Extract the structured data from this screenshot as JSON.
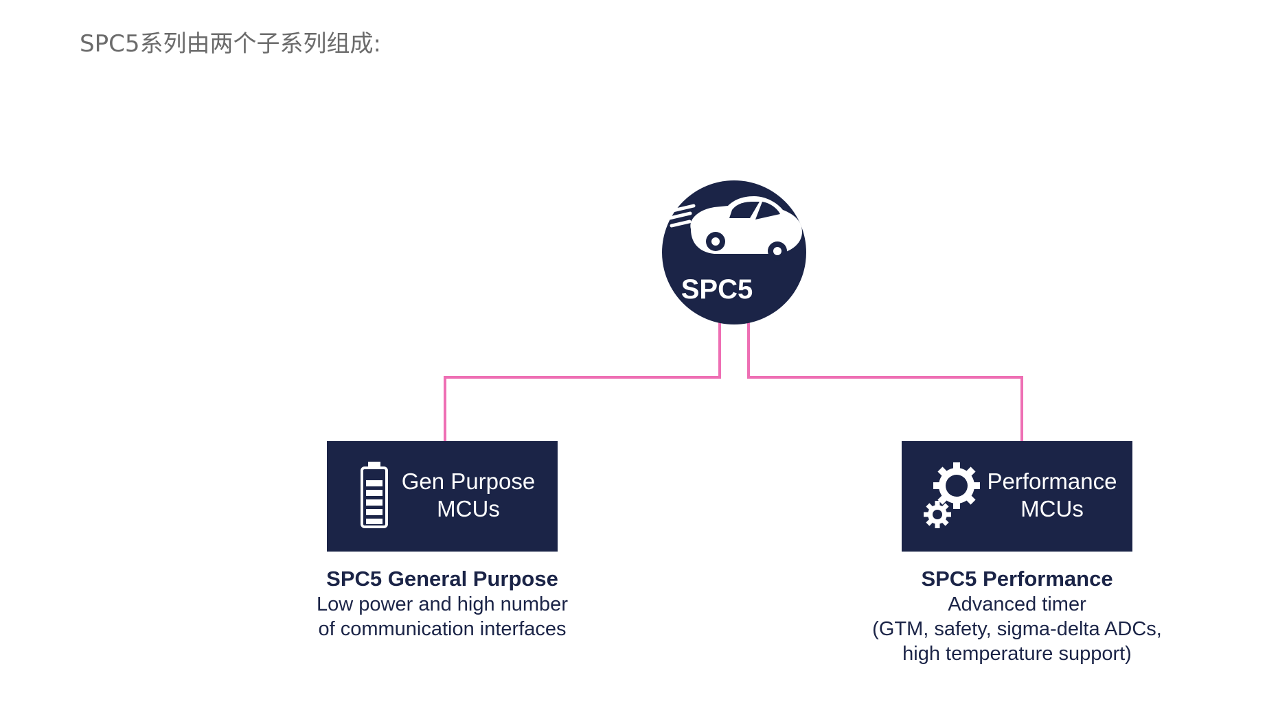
{
  "intro_text": "SPC5系列由两个子系列组成:",
  "root": {
    "label": "SPC5",
    "icon": "car-icon"
  },
  "colors": {
    "navy": "#1b2447",
    "connector": "#ee6fb4",
    "intro_text": "#6b6b6b"
  },
  "families": [
    {
      "box_line1": "Gen Purpose",
      "box_line2": "MCUs",
      "icon": "battery-icon",
      "title": "SPC5 General Purpose",
      "desc_line1": "Low power and high number",
      "desc_line2": "of communication interfaces",
      "desc_line3": ""
    },
    {
      "box_line1": "Performance",
      "box_line2": "MCUs",
      "icon": "gears-icon",
      "title": "SPC5 Performance",
      "desc_line1": "Advanced timer",
      "desc_line2": "(GTM, safety, sigma-delta ADCs,",
      "desc_line3": "high temperature support)"
    }
  ]
}
